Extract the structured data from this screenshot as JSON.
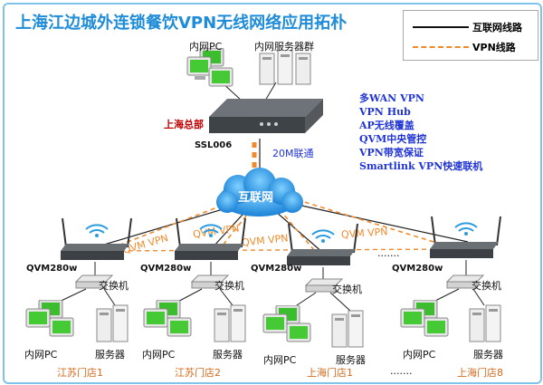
{
  "title": "上海江边城外连锁餐饮VPN无线网络应用拓朴",
  "legend": {
    "internet_line": "互联网线路",
    "vpn_line": "VPN线路"
  },
  "headquarters": {
    "pc_label": "内网PC",
    "server_label": "内网服务器群",
    "name": "上海总部",
    "device": "SSL006",
    "uplink": "20M联通"
  },
  "features": [
    "多WAN VPN",
    "VPN Hub",
    "AP无线覆盖",
    "QVM中央管控",
    "VPN带宽保证",
    "Smartlink VPN快速联机"
  ],
  "internet_label": "互联网",
  "vpn_label": "QVM VPN",
  "ellipsis": ".......",
  "branches": [
    {
      "router": "QVM280w",
      "switch": "交换机",
      "pc": "内网PC",
      "server": "服务器",
      "store": "江苏门店1"
    },
    {
      "router": "QVM280w",
      "switch": "交换机",
      "pc": "内网PC",
      "server": "服务器",
      "store": "江苏门店2"
    },
    {
      "router": "QVM280w",
      "switch": "交换机",
      "pc": "内网PC",
      "server": "服务器",
      "store": "上海门店1"
    },
    {
      "router": "QVM280w",
      "switch": "交换机",
      "pc": "内网PC",
      "server": "服务器",
      "store": "上海门店8"
    }
  ],
  "colors": {
    "title": "#1e8cd8",
    "internet_line": "#111111",
    "vpn_line": "#f08a2a",
    "cloud": "#2a97e0",
    "features": "#1f33d6"
  }
}
